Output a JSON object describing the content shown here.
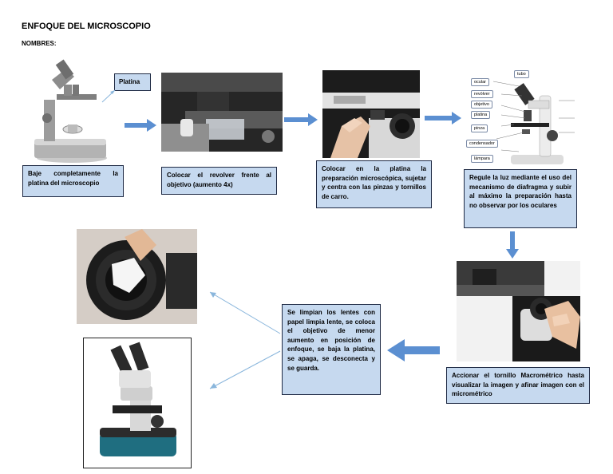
{
  "header": {
    "title": "ENFOQUE DEL MICROSCOPIO",
    "subtitle": "NOMBRES:"
  },
  "steps": [
    {
      "label": "Baje completamente la platina del microscopio"
    },
    {
      "label": "Colocar el revolver frente al objetivo (aumento 4x)"
    },
    {
      "label": "Colocar en la platina la preparación microscópica, sujetar y centra con las pinzas y tornillos de carro."
    },
    {
      "label": "Regule la luz mediante el uso del mecanismo de diafragma y subir al máximo la preparación hasta no observar por los oculares"
    },
    {
      "label": "Accionar el tornillo Macrométrico hasta visualizar la imagen y afinar imagen con el micrométrico"
    },
    {
      "label": "Se limpian los lentes con papel limpia lente, se coloca el objetivo de menor aumento en posición de enfoque, se baja la platina, se apaga, se desconecta y se guarda."
    }
  ],
  "callout": {
    "platina": "Platina"
  },
  "part_labels": [
    "tubo",
    "ocular",
    "revólver",
    "objetivo",
    "platina",
    "pinza",
    "condensador",
    "lámpara"
  ],
  "colors": {
    "box_fill": "#c6d9ef",
    "arrow": "#5b8fd1",
    "thin_arrow": "#8ab6dc"
  }
}
